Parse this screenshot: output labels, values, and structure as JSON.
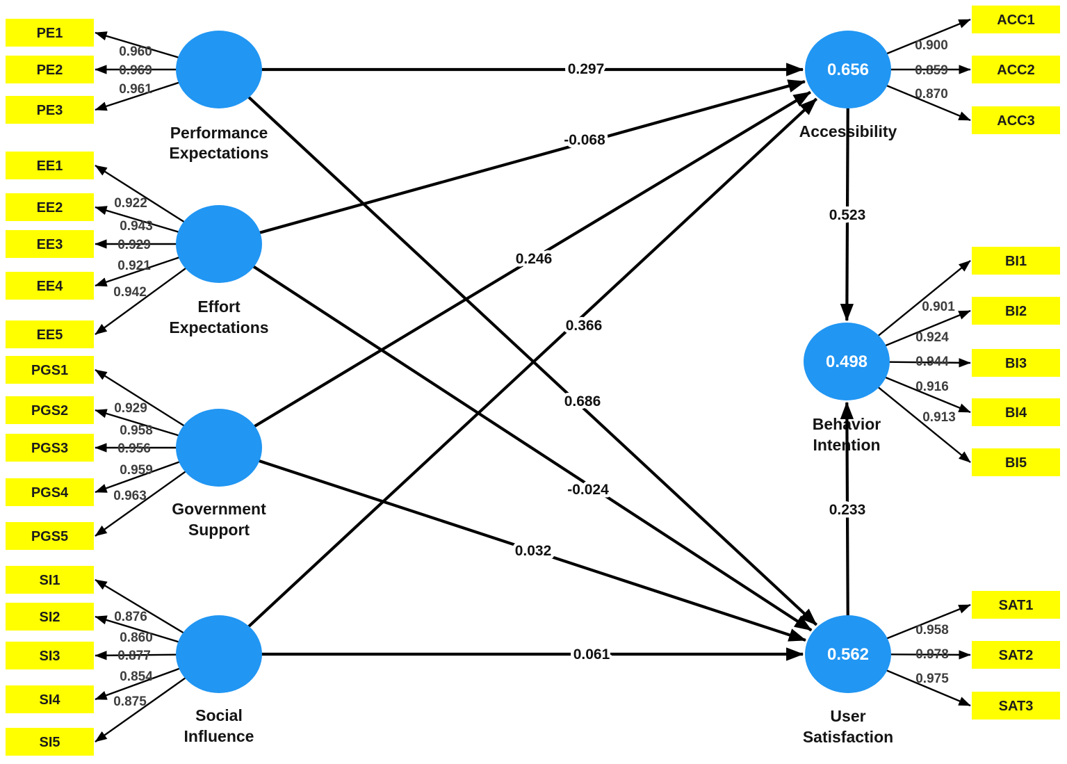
{
  "model": {
    "exogenous": [
      {
        "name": [
          "Performance",
          "Expectations"
        ],
        "indicators": [
          {
            "id": "PE1",
            "loading": "0.960"
          },
          {
            "id": "PE2",
            "loading": "0.969"
          },
          {
            "id": "PE3",
            "loading": "0.961"
          }
        ]
      },
      {
        "name": [
          "Effort",
          "Expectations"
        ],
        "indicators": [
          {
            "id": "EE1",
            "loading": "0.922"
          },
          {
            "id": "EE2",
            "loading": "0.943"
          },
          {
            "id": "EE3",
            "loading": "0.929"
          },
          {
            "id": "EE4",
            "loading": "0.921"
          },
          {
            "id": "EE5",
            "loading": "0.942"
          }
        ]
      },
      {
        "name": [
          "Government",
          "Support"
        ],
        "indicators": [
          {
            "id": "PGS1",
            "loading": "0.929"
          },
          {
            "id": "PGS2",
            "loading": "0.958"
          },
          {
            "id": "PGS3",
            "loading": "0.956"
          },
          {
            "id": "PGS4",
            "loading": "0.959"
          },
          {
            "id": "PGS5",
            "loading": "0.963"
          }
        ]
      },
      {
        "name": [
          "Social",
          "Influence"
        ],
        "indicators": [
          {
            "id": "SI1",
            "loading": "0.876"
          },
          {
            "id": "SI2",
            "loading": "0.860"
          },
          {
            "id": "SI3",
            "loading": "0.877"
          },
          {
            "id": "SI4",
            "loading": "0.854"
          },
          {
            "id": "SI5",
            "loading": "0.875"
          }
        ]
      }
    ],
    "endogenous": [
      {
        "name": [
          "Accessibility"
        ],
        "r2": "0.656",
        "indicators": [
          {
            "id": "ACC1",
            "loading": "0.900"
          },
          {
            "id": "ACC2",
            "loading": "0.859"
          },
          {
            "id": "ACC3",
            "loading": "0.870"
          }
        ]
      },
      {
        "name": [
          "Behavior",
          "Intention"
        ],
        "r2": "0.498",
        "indicators": [
          {
            "id": "BI1",
            "loading": "0.901"
          },
          {
            "id": "BI2",
            "loading": "0.924"
          },
          {
            "id": "BI3",
            "loading": "0.944"
          },
          {
            "id": "BI4",
            "loading": "0.916"
          },
          {
            "id": "BI5",
            "loading": "0.913"
          }
        ]
      },
      {
        "name": [
          "User",
          "Satisfaction"
        ],
        "r2": "0.562",
        "indicators": [
          {
            "id": "SAT1",
            "loading": "0.958"
          },
          {
            "id": "SAT2",
            "loading": "0.978"
          },
          {
            "id": "SAT3",
            "loading": "0.975"
          }
        ]
      }
    ],
    "paths": [
      {
        "from": "Performance Expectations",
        "to": "Accessibility",
        "coefficient": "0.297"
      },
      {
        "from": "Effort Expectations",
        "to": "Accessibility",
        "coefficient": "-0.068"
      },
      {
        "from": "Government Support",
        "to": "Accessibility",
        "coefficient": "0.246"
      },
      {
        "from": "Social Influence",
        "to": "Accessibility",
        "coefficient": "0.366"
      },
      {
        "from": "Performance Expectations",
        "to": "User Satisfaction",
        "coefficient": "0.686"
      },
      {
        "from": "Effort Expectations",
        "to": "User Satisfaction",
        "coefficient": "-0.024"
      },
      {
        "from": "Government Support",
        "to": "User Satisfaction",
        "coefficient": "0.032"
      },
      {
        "from": "Social Influence",
        "to": "User Satisfaction",
        "coefficient": "0.061"
      },
      {
        "from": "Accessibility",
        "to": "Behavior Intention",
        "coefficient": "0.523"
      },
      {
        "from": "User Satisfaction",
        "to": "Behavior Intention",
        "coefficient": "0.233"
      }
    ],
    "colors": {
      "construct_fill": "#2196F3",
      "indicator_fill": "#FFFF00",
      "arrow": "#000000",
      "r2_text": "#FFFFFF"
    }
  }
}
